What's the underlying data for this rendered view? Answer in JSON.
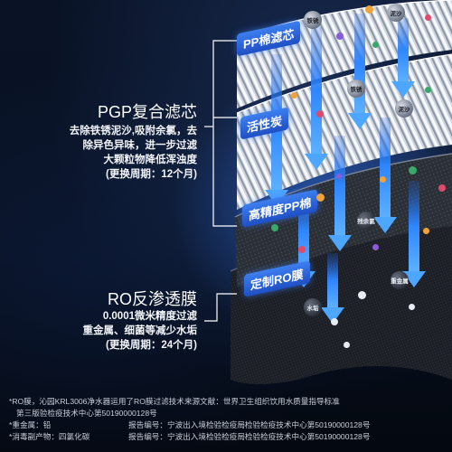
{
  "layers": {
    "pp_cotton": "PP棉滤芯",
    "activated_carbon": "活性炭",
    "high_precision_pp": "高精度PP棉",
    "custom_ro": "定制RO膜"
  },
  "pgp": {
    "title": "PGP复合滤芯",
    "lines": [
      "去除铁锈泥沙,吸附余氯，去",
      "除异色异味，进一步过滤",
      "大颗粒物降低浑浊度",
      "(更换周期：12个月)"
    ]
  },
  "ro": {
    "title": "RO反渗透膜",
    "lines": [
      "0.0001微米精度过滤",
      "重金属、细菌等减少水垢",
      "(更换周期：24个月)"
    ]
  },
  "particles": {
    "rust_1": "铁锈",
    "rust_2": "铁锈",
    "sediment": "泥沙",
    "residual_chlorine": "残余氯",
    "heavy_metal": "重金属",
    "scale": "水垢"
  },
  "footnote": {
    "line1": "*RO膜，沁园KRL3006净水器运用了RO膜过滤技术来源文献：世界卫生组织饮用水质量指导标准",
    "line2": "第三版验检疫技术中心第50190000128号",
    "row1_left": "*重金属：铅",
    "row1_right": "报告编号：宁波出入境检验检疫局检验检疫技术中心第50190000128号",
    "row2_left": "*消毒副产物：四氯化碳",
    "row2_right": "报告编号：宁波出入境检验检疫局检验检疫技术中心第50190000128号"
  },
  "colors": {
    "accent": "#2f6fe8",
    "arrow": "#3a8dff",
    "background": "#07101f"
  }
}
